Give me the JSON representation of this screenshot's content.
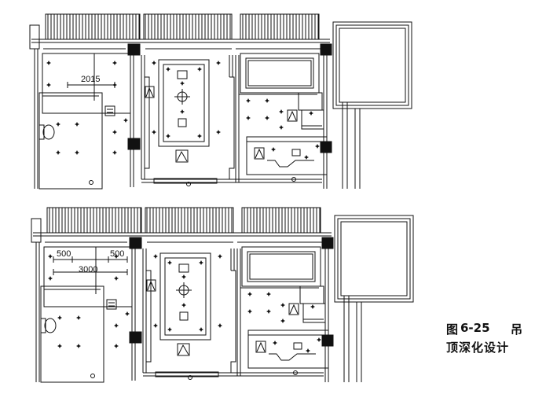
{
  "caption": {
    "prefix": "图",
    "number": "6-25",
    "title_part1": "吊",
    "title_part2": "顶深化设计"
  },
  "plans": [
    {
      "dimensions": [
        "2015"
      ]
    },
    {
      "dimensions": [
        "500",
        "500",
        "3000"
      ]
    }
  ],
  "colors": {
    "line": "#111111",
    "background": "#ffffff"
  }
}
